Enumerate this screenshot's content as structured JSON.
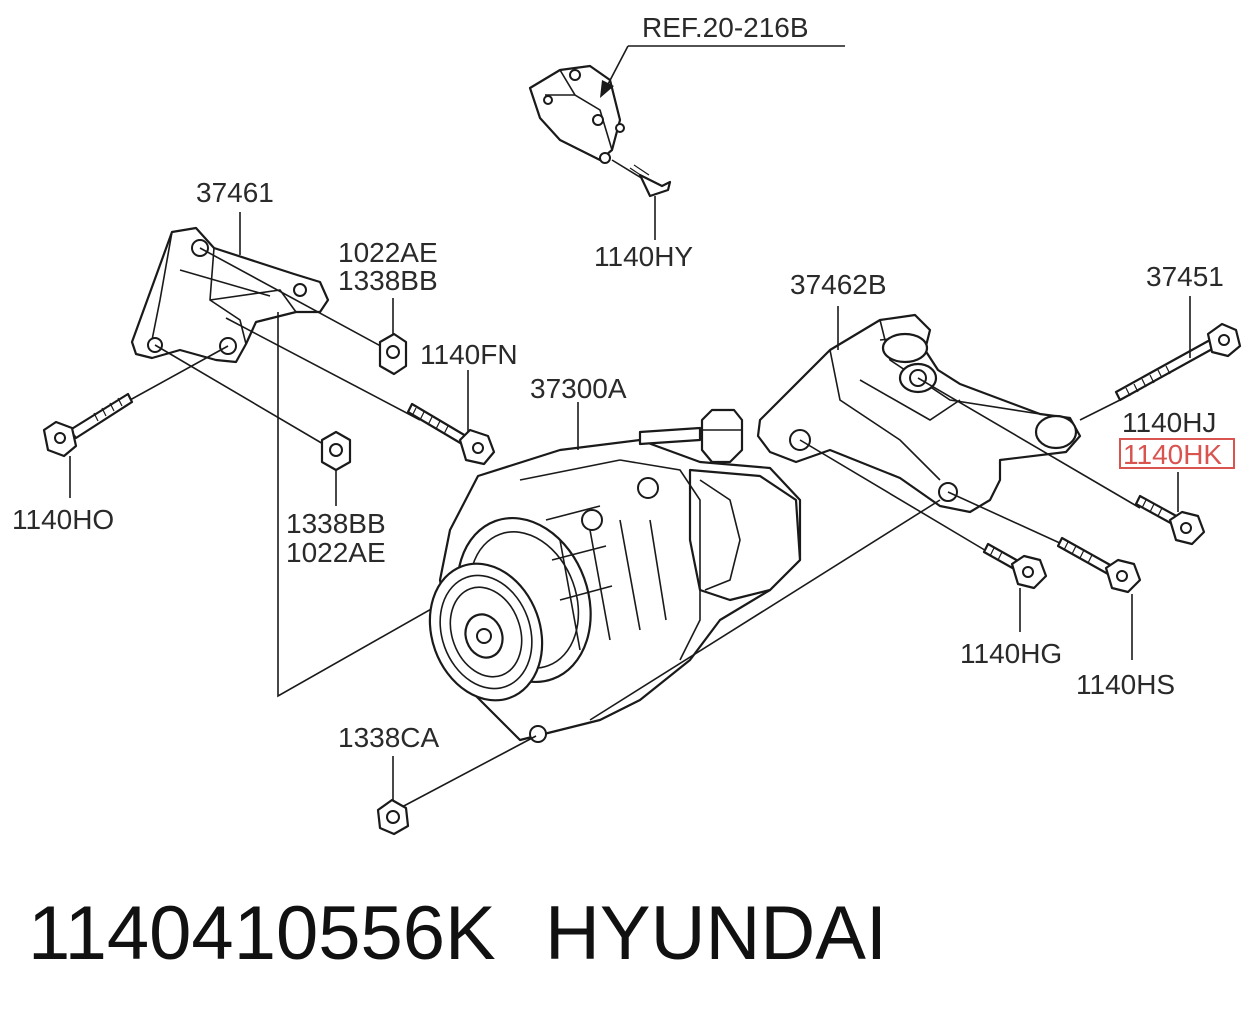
{
  "callouts": {
    "ref": "REF.20-216B",
    "bracket_left": "37461",
    "nut_upper_a": "1022AE",
    "nut_upper_b": "1338BB",
    "bolt_fn": "1140FN",
    "bolt_ho": "1140HO",
    "nut_lower_a": "1338BB",
    "nut_lower_b": "1022AE",
    "alternator": "37300A",
    "bolt_hy": "1140HY",
    "bracket_right": "37462B",
    "bolt_long": "37451",
    "bolt_hj": "1140HJ",
    "bolt_hk": "1140HK",
    "bolt_hg": "1140HG",
    "bolt_hs": "1140HS",
    "nut_ca": "1338CA"
  },
  "highlight": {
    "target": "1140HK",
    "color": "#d9534f"
  },
  "footer": {
    "part_number": "1140410556K",
    "brand": "HYUNDAI"
  }
}
